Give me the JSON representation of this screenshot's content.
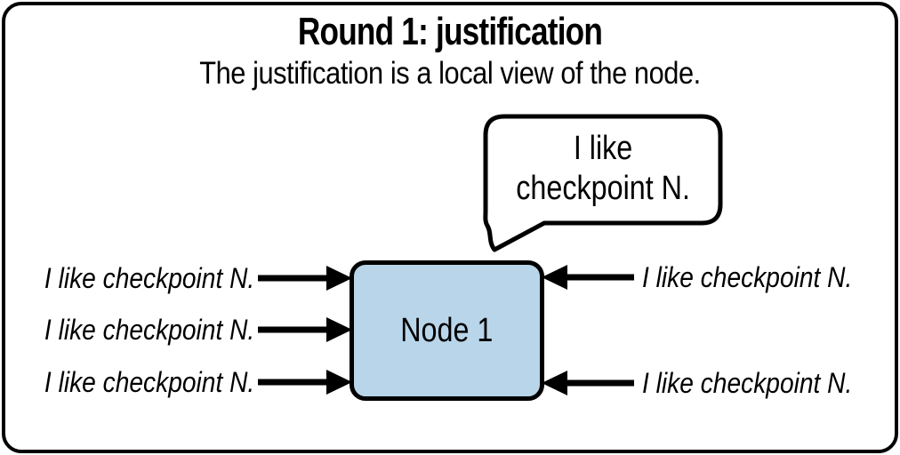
{
  "header": {
    "title": "Round 1: justification",
    "subtitle": "The justification is a local view of the node."
  },
  "speech_bubble": {
    "line1": "I like",
    "line2": "checkpoint N."
  },
  "node": {
    "label": "Node 1"
  },
  "incoming_messages": {
    "left": [
      "I like checkpoint N.",
      "I like checkpoint N.",
      "I like checkpoint N."
    ],
    "right": [
      "I like checkpoint N.",
      "I like checkpoint N."
    ]
  },
  "colors": {
    "background": "#ffffff",
    "stroke": "#000000",
    "node_fill": "#b9d5e9"
  }
}
